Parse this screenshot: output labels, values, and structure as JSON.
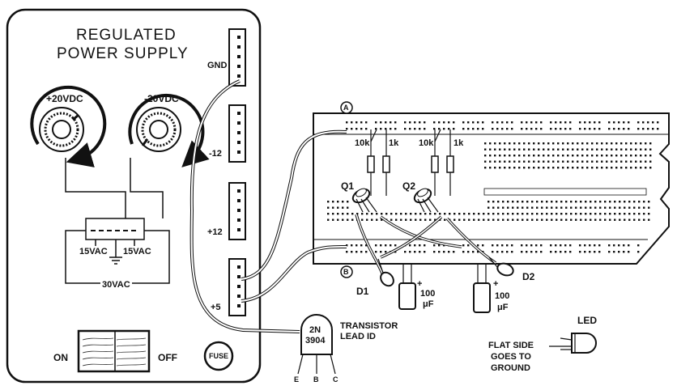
{
  "power_supply": {
    "title_line1": "REGULATED",
    "title_line2": "POWER SUPPLY",
    "knob_pos_label": "+20VDC",
    "knob_neg_label": "-20VDC",
    "transformer_left": "15VAC",
    "transformer_right": "15VAC",
    "transformer_total": "30VAC",
    "switch_on": "ON",
    "switch_off": "OFF",
    "fuse": "FUSE",
    "terminals": [
      "GND",
      "-12",
      "+12",
      "+5"
    ]
  },
  "breadboard": {
    "row_a": "A",
    "row_b": "B",
    "resistors": [
      "10k",
      "1k",
      "10k",
      "1k"
    ],
    "transistors": [
      "Q1",
      "Q2"
    ],
    "diodes": [
      "D1",
      "D2"
    ],
    "capacitor_plus": "+",
    "capacitor_value": "100",
    "capacitor_unit": "μF"
  },
  "transistor_id": {
    "part_line1": "2N",
    "part_line2": "3904",
    "caption_line1": "TRANSISTOR",
    "caption_line2": "LEAD ID",
    "pins": [
      "E",
      "B",
      "C"
    ]
  },
  "led_id": {
    "title": "LED",
    "caption_line1": "FLAT SIDE",
    "caption_line2": "GOES TO",
    "caption_line3": "GROUND"
  }
}
